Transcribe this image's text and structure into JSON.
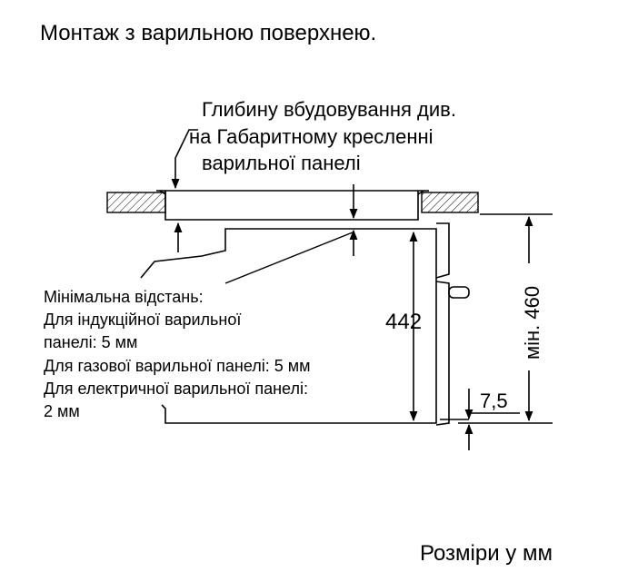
{
  "title": "Монтаж з варильною поверхнею.",
  "note_depth": {
    "line1": "Глибину вбудовування див.",
    "line2": "на Габаритному кресленні",
    "line3": "варильної панелі"
  },
  "min_distance": {
    "line1": "Мінімальна відстань:",
    "line2": "Для індукційної варильної",
    "line3": "панелі: 5 мм",
    "line4": "Для газової варильної панелі: 5 мм",
    "line5": "Для електричної варильної панелі:",
    "line6": "2 мм"
  },
  "dimensions": {
    "height": "442",
    "offset": "7,5",
    "min_height": "мін. 460"
  },
  "footer": "Розміри у мм"
}
